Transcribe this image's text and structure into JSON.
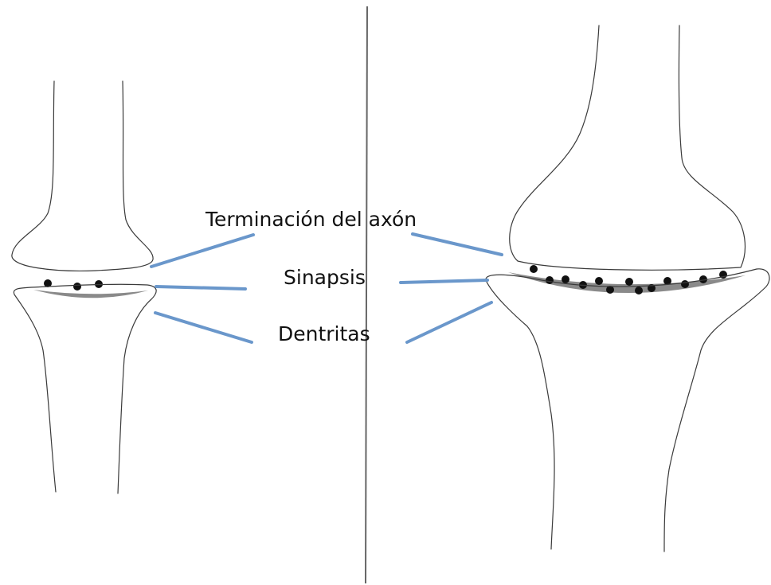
{
  "labels": {
    "axon_terminal": "Terminación del axón",
    "synapse": "Sinapsis",
    "dendrites": "Dentritas"
  },
  "colors": {
    "leader_line": "#6a97cb",
    "divider": "#666666",
    "synaptic_cleft": "#8a8a8a",
    "vesicle": "#111111"
  }
}
